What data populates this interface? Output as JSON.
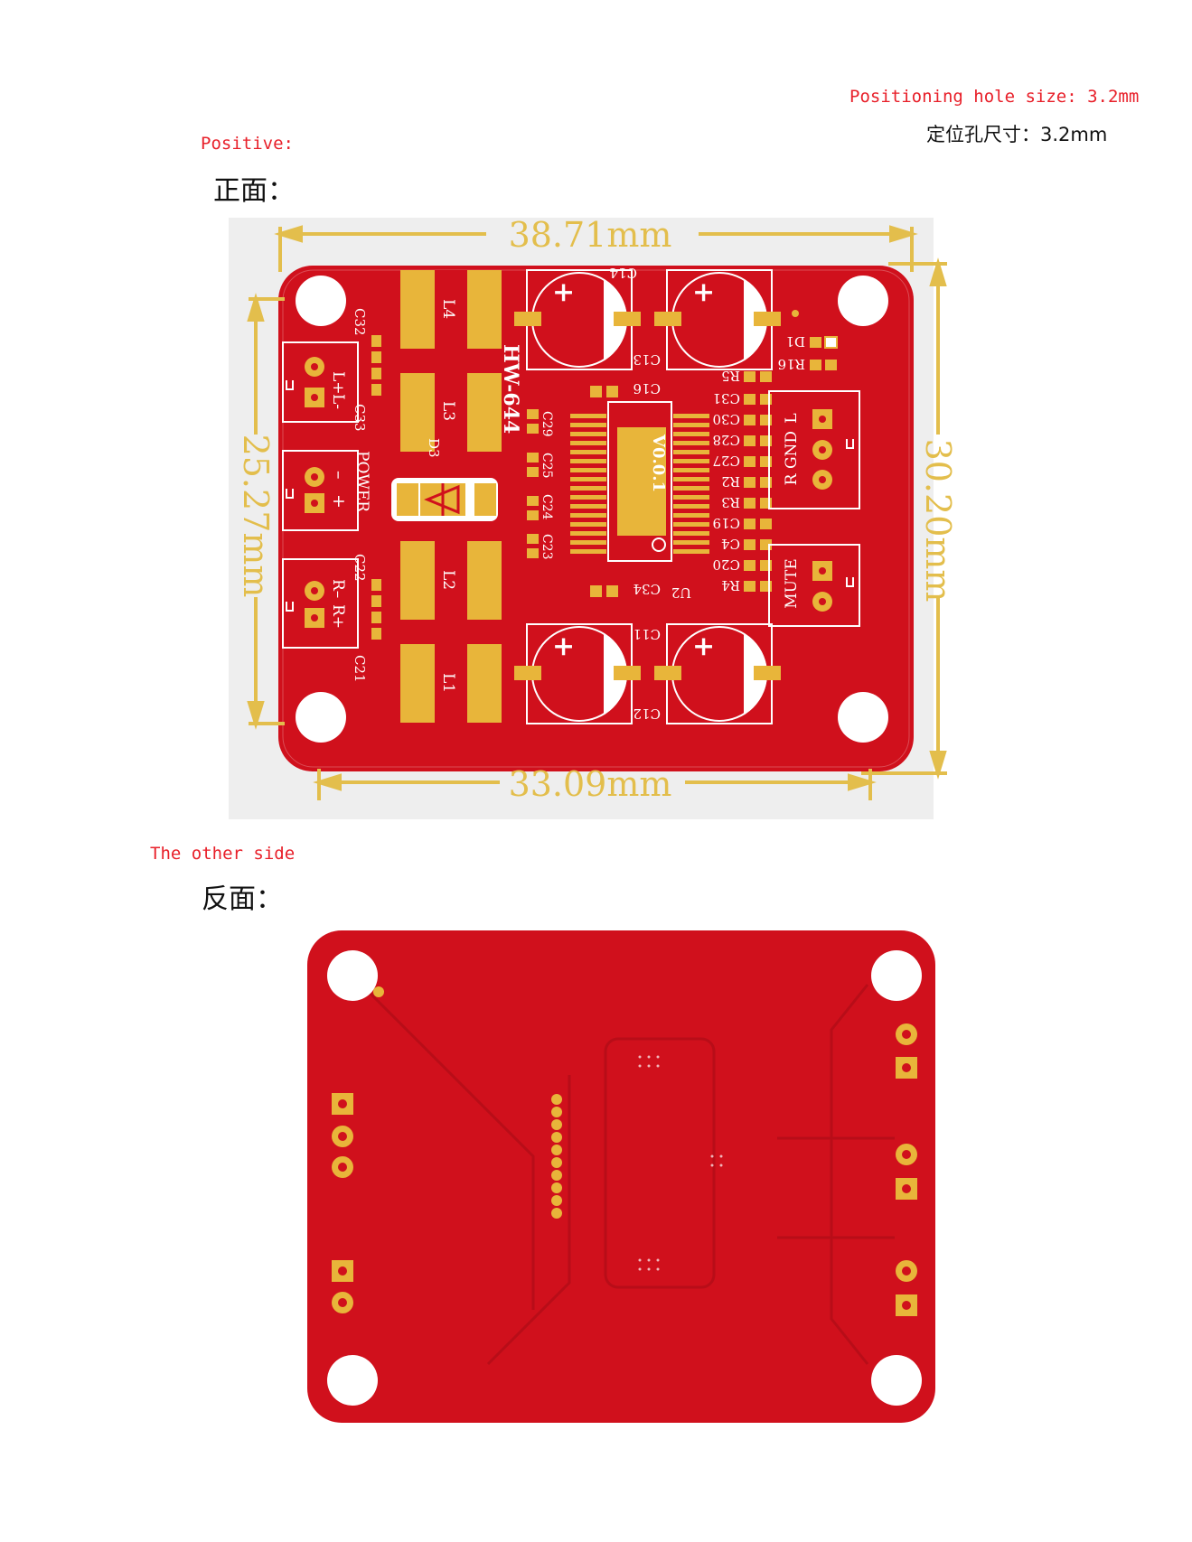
{
  "header": {
    "hole_size_en": "Positioning hole size: 3.2mm",
    "hole_size_cn": "定位孔尺寸：3.2mm"
  },
  "front": {
    "label_en": "Positive:",
    "label_cn": "正面：",
    "dimensions": {
      "top": "38.71mm",
      "bottom": "33.09mm",
      "left": "25.27mm",
      "right": "30.20mm"
    },
    "board_name": "HW-644",
    "ic_version": "V0.0.1",
    "ic_ref": "U2",
    "power_label": "POWER",
    "diode_ref": "D3",
    "inductors": [
      "L4",
      "L3",
      "L2",
      "L1"
    ],
    "left_caps": [
      "C32",
      "C33",
      "C22",
      "C21"
    ],
    "electrolytic_caps": [
      "C14",
      "C13",
      "C11",
      "C12"
    ],
    "left_column_caps": [
      "C29",
      "C25",
      "C24",
      "C23"
    ],
    "c16": "C16",
    "c34": "C34",
    "right_refs": [
      "R5",
      "C31",
      "C30",
      "C28",
      "C27",
      "R2",
      "R3",
      "C19",
      "C4",
      "C20",
      "R4"
    ],
    "d1": "D1",
    "r16": "R16",
    "connectors": {
      "left_top": [
        "L+",
        "L-"
      ],
      "left_mid": [
        "–",
        "+"
      ],
      "left_bottom": [
        "R–",
        "R+"
      ],
      "right_top": [
        "R",
        "GND",
        "L"
      ],
      "right_bottom": "MUTE"
    },
    "plus_sign": "+"
  },
  "back": {
    "label_en": "The other side",
    "label_cn": "反面："
  },
  "colors": {
    "board_red": "#d0101c",
    "copper_gold": "#e8b53a",
    "dimension_gold": "#e3be4c",
    "accent_red_text": "#e8202a"
  }
}
